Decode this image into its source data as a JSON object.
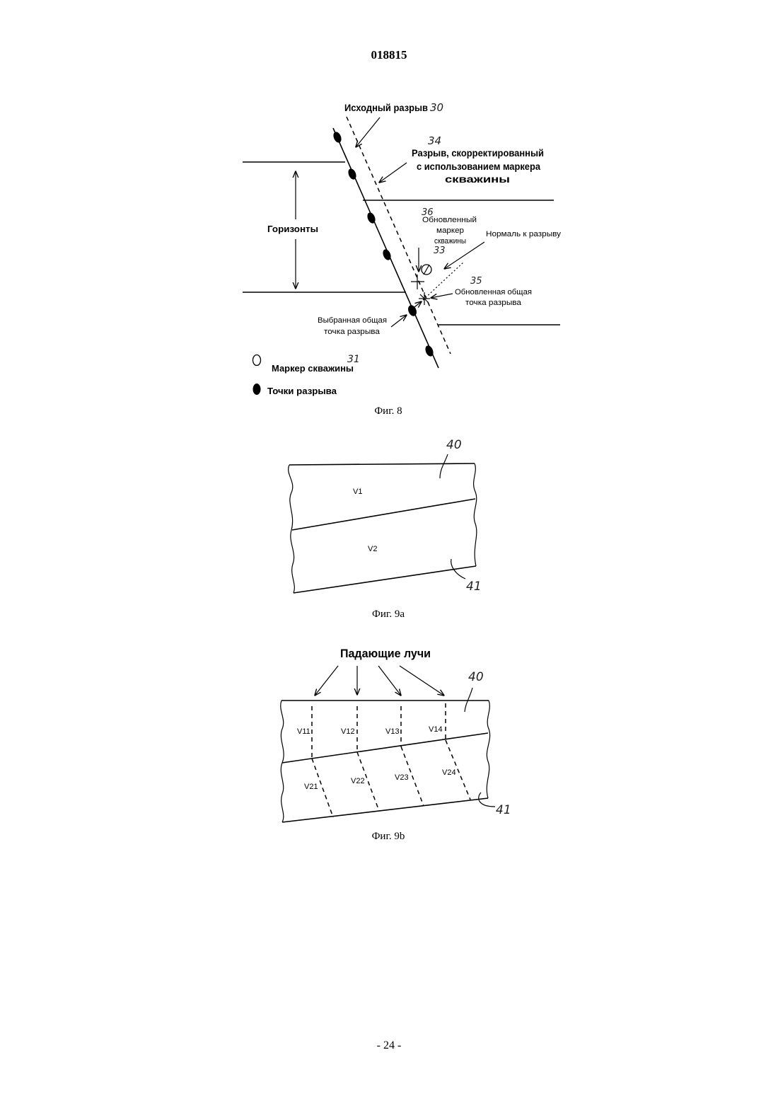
{
  "header": {
    "doc_number": "018815"
  },
  "fig8": {
    "original_fault_label": "Исходный разрыв",
    "original_fault_ref": "30",
    "corrected_fault_ref": "34",
    "corrected_fault_label": [
      "Разрыв, скорректированный",
      "с использованием маркера",
      "скважины"
    ],
    "horizons_label": "Горизонты",
    "updated_marker_ref": "36",
    "updated_marker_label": [
      "Обновленный",
      "маркер",
      "скважины"
    ],
    "well_marker_ref": "33",
    "normal_label": "Нормаль к разрыву",
    "updated_point_ref": "35",
    "updated_point_label": [
      "Обновленная общая",
      "точка разрыва"
    ],
    "selected_point_label": [
      "Выбранная общая",
      "точка разрыва"
    ],
    "selected_point_ref": "31",
    "legend": [
      {
        "symbol": "open-circle",
        "label": "Маркер скважины"
      },
      {
        "symbol": "filled-circle",
        "label": "Точки разрыва"
      }
    ],
    "caption": "Фиг. 8"
  },
  "fig9a": {
    "top_ref": "40",
    "layers": [
      "V1",
      "V2"
    ],
    "bottom_ref": "41",
    "caption": "Фиг. 9a"
  },
  "fig9b": {
    "title": "Падающие лучи",
    "top_ref": "40",
    "cells_top": [
      "V11",
      "V12",
      "V13",
      "V14"
    ],
    "cells_bottom": [
      "V21",
      "V22",
      "V23",
      "V24"
    ],
    "bottom_ref": "41",
    "caption": "Фиг. 9b"
  },
  "footer": {
    "page_number": "- 24 -"
  }
}
